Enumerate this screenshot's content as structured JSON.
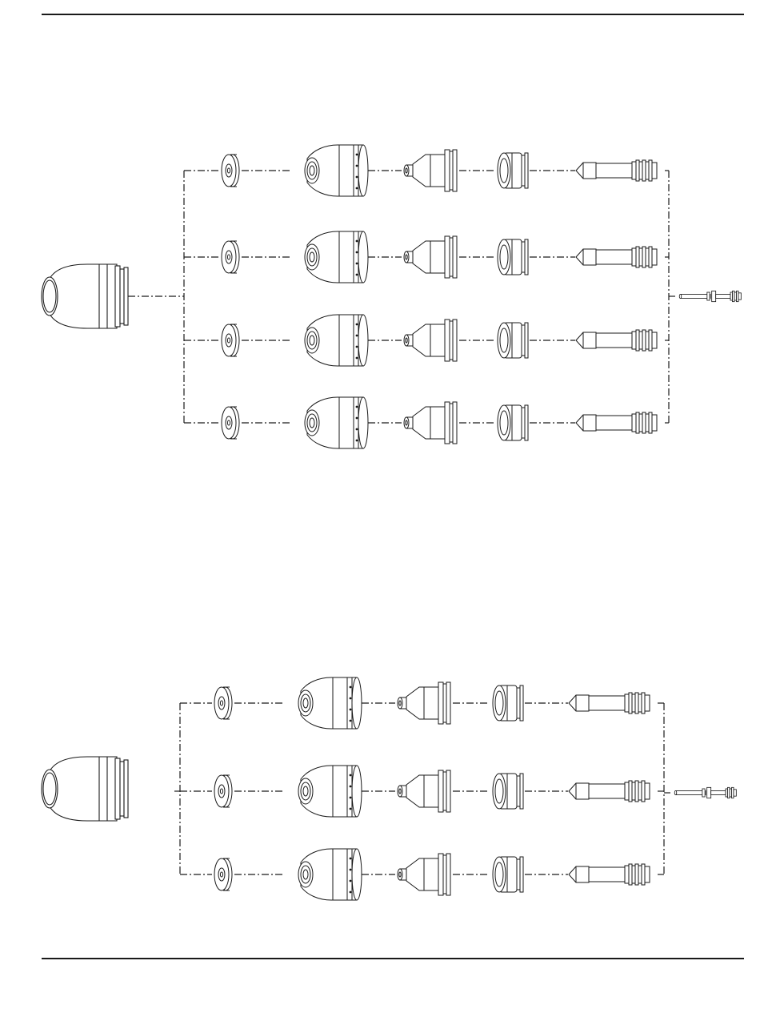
{
  "page": {
    "background": "#ffffff",
    "line_color": "#1a1a1a"
  },
  "diagram": {
    "kind": "consumable-parts exploded flow",
    "groups": [
      {
        "id": "upper",
        "retaining_cap": "retaining-cap",
        "rows": [
          {
            "parts": [
              "shield",
              "retaining-cap",
              "nozzle",
              "swirl-ring",
              "electrode"
            ]
          },
          {
            "parts": [
              "shield",
              "retaining-cap",
              "nozzle",
              "swirl-ring",
              "electrode"
            ]
          },
          {
            "parts": [
              "shield",
              "retaining-cap",
              "nozzle",
              "swirl-ring",
              "electrode"
            ]
          },
          {
            "parts": [
              "shield",
              "retaining-cap",
              "nozzle",
              "swirl-ring",
              "electrode"
            ]
          }
        ],
        "terminal_part": "torch-tube"
      },
      {
        "id": "lower",
        "retaining_cap": "retaining-cap",
        "rows": [
          {
            "parts": [
              "shield",
              "retaining-cap",
              "nozzle",
              "swirl-ring",
              "electrode"
            ]
          },
          {
            "parts": [
              "shield",
              "retaining-cap",
              "nozzle",
              "swirl-ring",
              "electrode"
            ]
          },
          {
            "parts": [
              "shield",
              "retaining-cap",
              "nozzle",
              "swirl-ring",
              "electrode"
            ]
          }
        ],
        "terminal_part": "torch-tube"
      }
    ]
  }
}
